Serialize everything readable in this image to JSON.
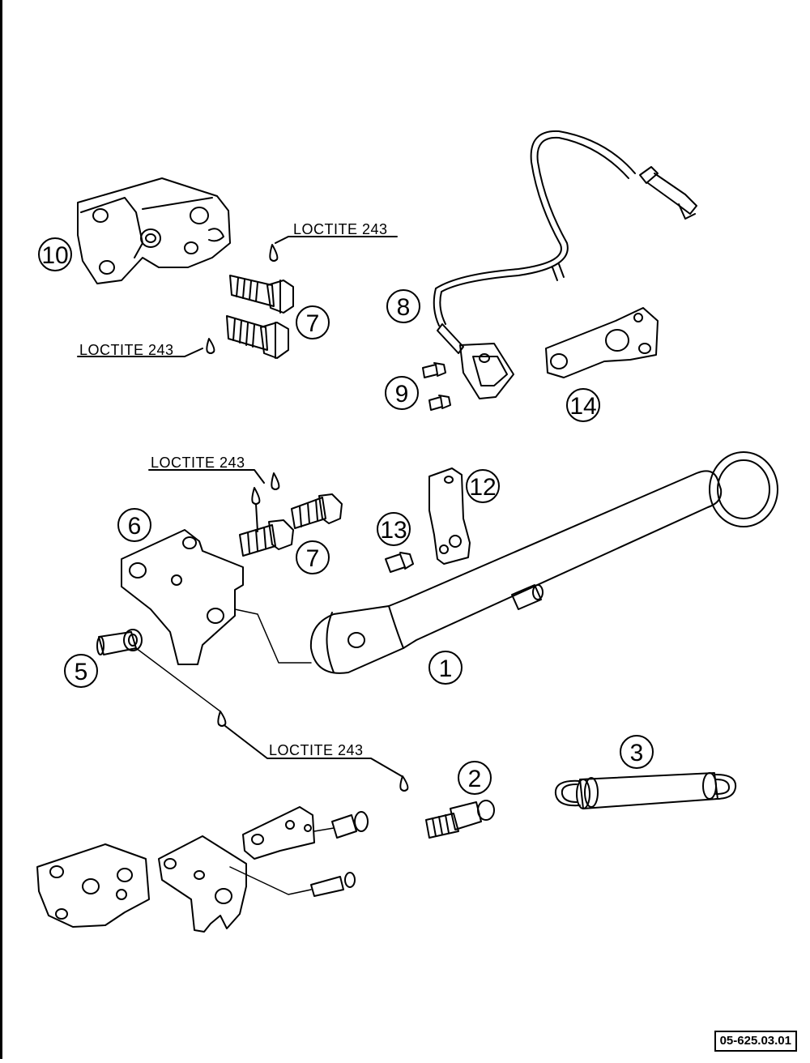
{
  "diagram": {
    "callouts": {
      "c1": "1",
      "c2": "2",
      "c3": "3",
      "c5": "5",
      "c6": "6",
      "c7a": "7",
      "c7b": "7",
      "c8": "8",
      "c9": "9",
      "c10": "10",
      "c12": "12",
      "c13": "13",
      "c14": "14"
    },
    "notes": {
      "loctite_a": "LOCTITE 243",
      "loctite_b": "LOCTITE 243",
      "loctite_c": "LOCTITE 243",
      "loctite_d": "LOCTITE 243"
    }
  },
  "document_code": "05-625.03.01",
  "colors": {
    "line": "#000000",
    "background": "#ffffff"
  }
}
